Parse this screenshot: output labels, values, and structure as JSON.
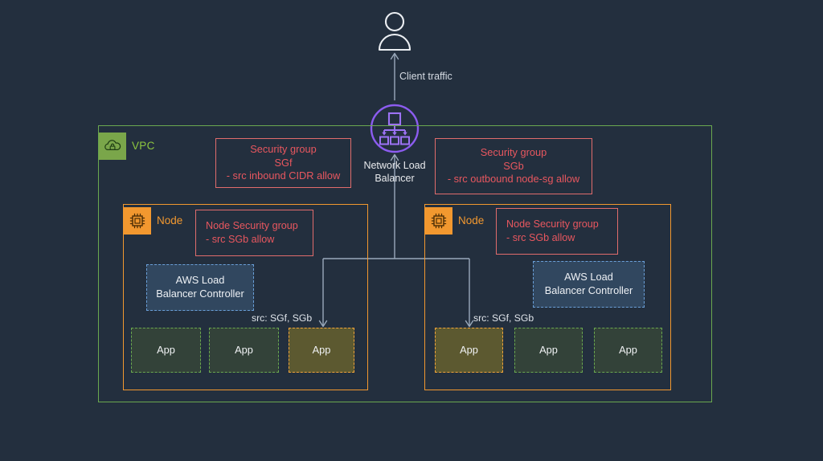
{
  "diagram": {
    "title": "AWS EKS Network Load Balancer security group traffic flow",
    "background_color": "#232f3e",
    "colors": {
      "vpc_green": "#6aa84f",
      "node_orange": "#f2982f",
      "security_group_red": "#e8575f",
      "controller_blue": "#6a9fd8",
      "nlb_purple": "#8c5cf0",
      "wire_gray": "#9aa9bb",
      "text_light": "#e8eaed"
    }
  },
  "client": {
    "icon": "person-icon",
    "traffic_label": "Client traffic"
  },
  "load_balancer": {
    "icon": "network-load-balancer-icon",
    "label_line1": "Network Load",
    "label_line2": "Balancer"
  },
  "vpc": {
    "icon": "vpc-cloud-lock-icon",
    "label": "VPC"
  },
  "security_groups": [
    {
      "id": "sgf",
      "line1": "Security group",
      "line2": "SGf",
      "line3": "- src inbound CIDR allow"
    },
    {
      "id": "sgb",
      "line1": "Security group",
      "line2": "SGb",
      "line3": "- src outbound node-sg allow"
    }
  ],
  "nodes": [
    {
      "id": "node-left",
      "icon": "node-chip-icon",
      "label": "Node",
      "security_group": {
        "line1": "Node Security group",
        "line2": "-  src SGb allow"
      },
      "controller": {
        "line1": "AWS Load",
        "line2": "Balancer Controller"
      },
      "connector_label": "src: SGf, SGb",
      "apps": [
        {
          "label": "App",
          "highlighted": false
        },
        {
          "label": "App",
          "highlighted": false
        },
        {
          "label": "App",
          "highlighted": true
        }
      ]
    },
    {
      "id": "node-right",
      "icon": "node-chip-icon",
      "label": "Node",
      "security_group": {
        "line1": "Node Security group",
        "line2": "-  src SGb allow"
      },
      "controller": {
        "line1": "AWS Load",
        "line2": "Balancer Controller"
      },
      "connector_label": "src: SGf, SGb",
      "apps": [
        {
          "label": "App",
          "highlighted": true
        },
        {
          "label": "App",
          "highlighted": false
        },
        {
          "label": "App",
          "highlighted": false
        }
      ]
    }
  ]
}
